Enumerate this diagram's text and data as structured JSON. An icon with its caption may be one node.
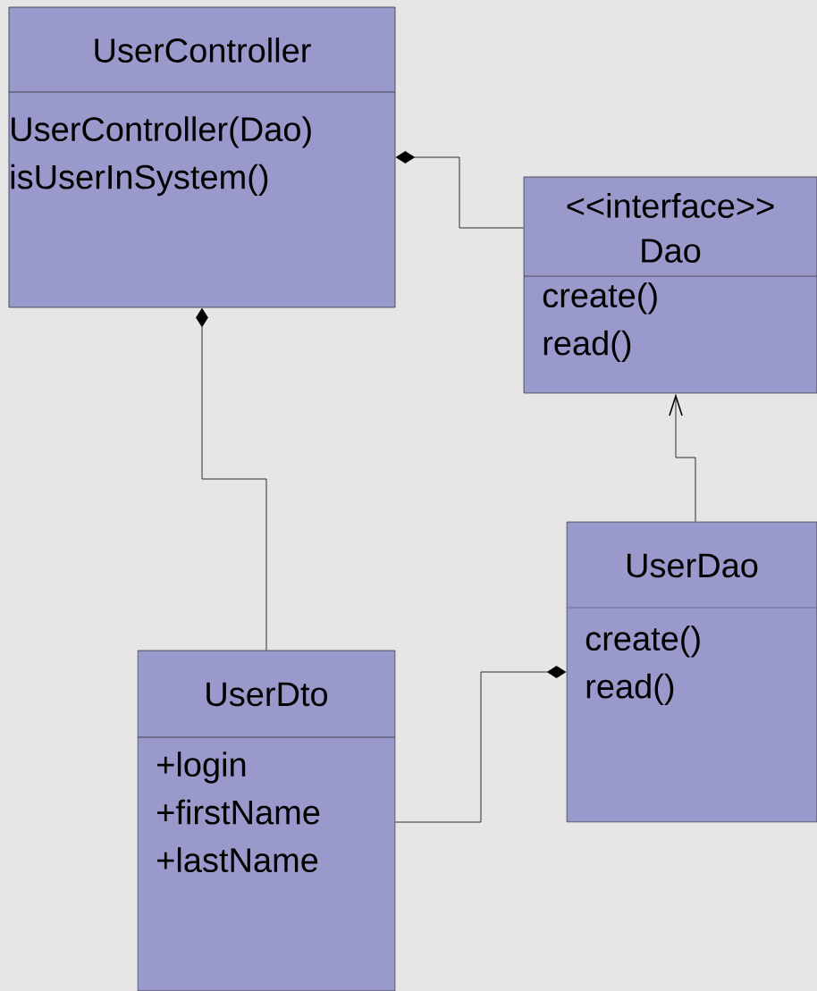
{
  "diagram": {
    "nodes": [
      {
        "text": [
          "UserController",
          "UserController(Dao) isUserInSystem()"
        ]
      },
      {
        "text": [
          "<<interface>> Dao",
          "create() read()"
        ]
      },
      {
        "text": [
          "UserDao",
          "create() read()"
        ]
      },
      {
        "text": [
          "UserDto",
          "+login +firstName +lastName"
        ]
      }
    ],
    "edges": [
      {
        "from": 1,
        "to": 0,
        "arrow": "other"
      },
      {
        "from": 3,
        "to": 0,
        "arrow": "other"
      },
      {
        "from": 2,
        "to": 1,
        "arrow": "to"
      },
      {
        "from": 3,
        "to": 2,
        "arrow": "other"
      }
    ]
  }
}
